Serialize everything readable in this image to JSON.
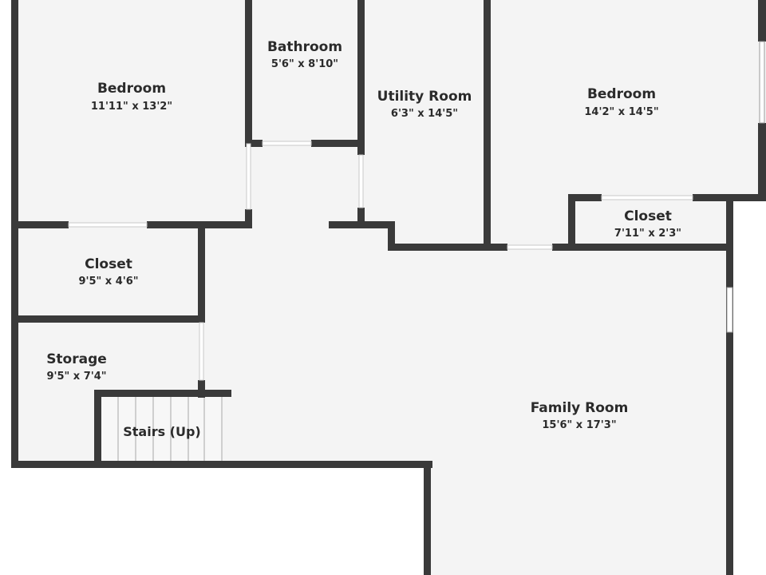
{
  "colors": {
    "floor": "#f4f4f4",
    "wall": "#3a3a3a",
    "opening": "#ffffff",
    "background": "#ffffff",
    "text": "#2b2b2b"
  },
  "rooms": [
    {
      "name": "Bedroom",
      "dimensions": "11'11\" x 13'2\""
    },
    {
      "name": "Bathroom",
      "dimensions": "5'6\" x 8'10\""
    },
    {
      "name": "Utility Room",
      "dimensions": "6'3\" x 14'5\""
    },
    {
      "name": "Bedroom",
      "dimensions": "14'2\" x 14'5\""
    },
    {
      "name": "Closet",
      "dimensions": "7'11\" x 2'3\""
    },
    {
      "name": "Closet",
      "dimensions": "9'5\" x 4'6\""
    },
    {
      "name": "Storage",
      "dimensions": "9'5\" x 7'4\""
    },
    {
      "name": "Family Room",
      "dimensions": "15'6\" x 17'3\""
    }
  ],
  "stairs": {
    "label": "Stairs (Up)"
  }
}
